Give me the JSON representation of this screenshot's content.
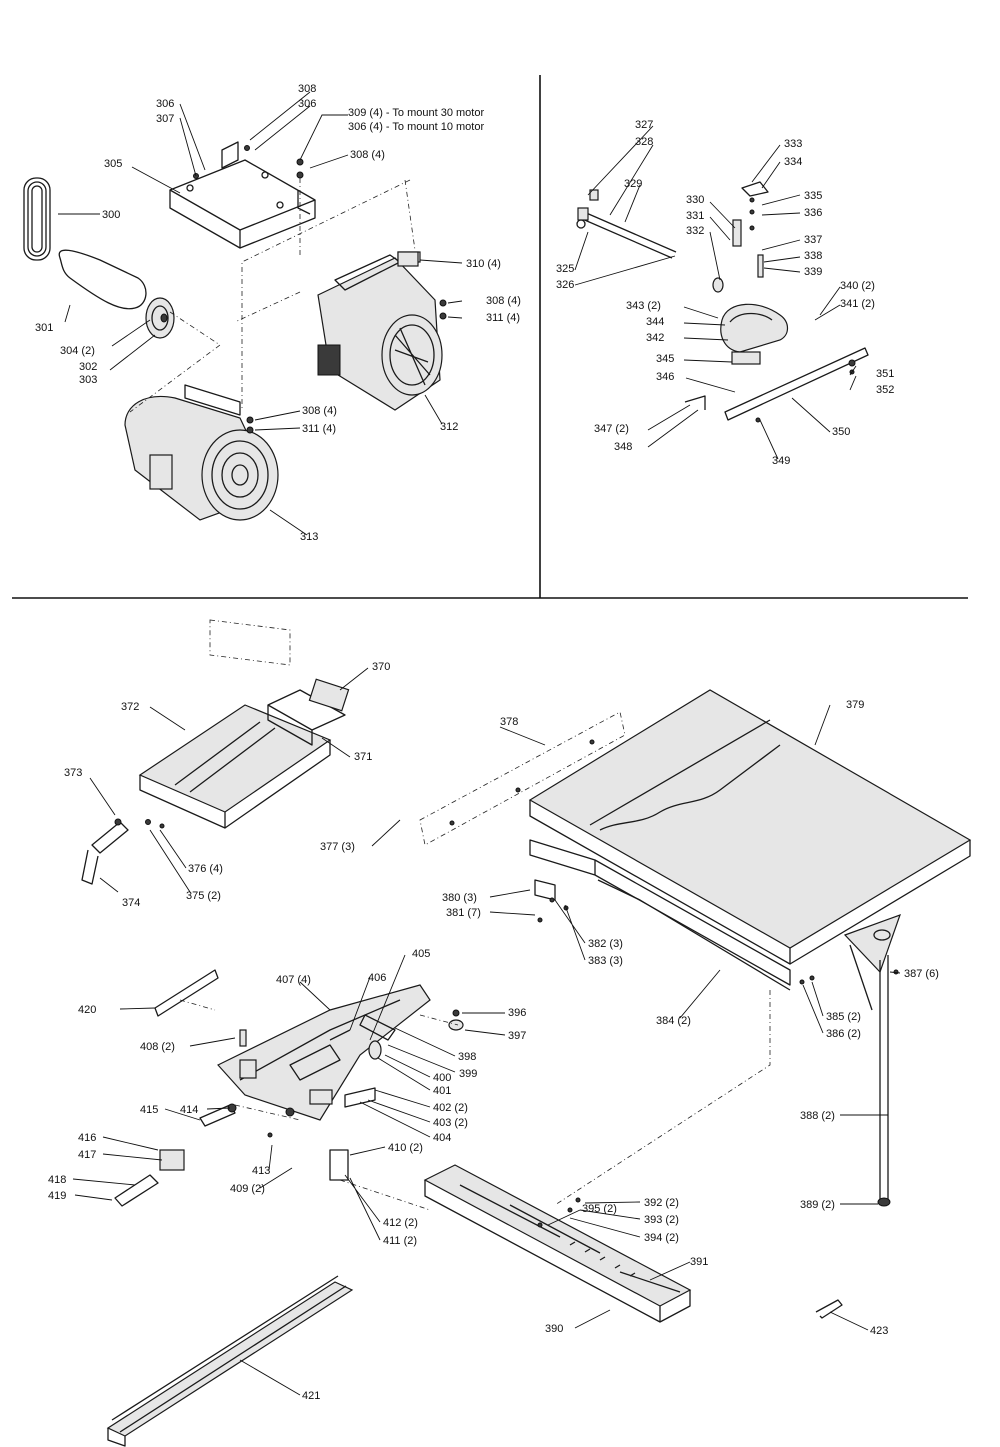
{
  "callouts": [
    {
      "id": "c306a",
      "text": "306"
    },
    {
      "id": "c307",
      "text": "307"
    },
    {
      "id": "c308a",
      "text": "308"
    },
    {
      "id": "c306b",
      "text": "306"
    },
    {
      "id": "c309",
      "text": "309 (4) - To mount 30 motor"
    },
    {
      "id": "c306c",
      "text": "306 (4) - To mount 10 motor"
    },
    {
      "id": "c308b",
      "text": "308 (4)"
    },
    {
      "id": "c305",
      "text": "305"
    },
    {
      "id": "c300",
      "text": "300"
    },
    {
      "id": "c310",
      "text": "310 (4)"
    },
    {
      "id": "c308c",
      "text": "308 (4)"
    },
    {
      "id": "c311a",
      "text": "311 (4)"
    },
    {
      "id": "c301",
      "text": "301"
    },
    {
      "id": "c304",
      "text": "304 (2)"
    },
    {
      "id": "c302",
      "text": "302"
    },
    {
      "id": "c303",
      "text": "303"
    },
    {
      "id": "c308d",
      "text": "308 (4)"
    },
    {
      "id": "c311b",
      "text": "311 (4)"
    },
    {
      "id": "c312",
      "text": "312"
    },
    {
      "id": "c313",
      "text": "313"
    },
    {
      "id": "c327",
      "text": "327"
    },
    {
      "id": "c328",
      "text": "328"
    },
    {
      "id": "c329",
      "text": "329"
    },
    {
      "id": "c333",
      "text": "333"
    },
    {
      "id": "c334",
      "text": "334"
    },
    {
      "id": "c335",
      "text": "335"
    },
    {
      "id": "c336",
      "text": "336"
    },
    {
      "id": "c330",
      "text": "330"
    },
    {
      "id": "c331",
      "text": "331"
    },
    {
      "id": "c332",
      "text": "332"
    },
    {
      "id": "c337",
      "text": "337"
    },
    {
      "id": "c338",
      "text": "338"
    },
    {
      "id": "c339",
      "text": "339"
    },
    {
      "id": "c325",
      "text": "325"
    },
    {
      "id": "c326",
      "text": "326"
    },
    {
      "id": "c340",
      "text": "340 (2)"
    },
    {
      "id": "c341",
      "text": "341 (2)"
    },
    {
      "id": "c343",
      "text": "343 (2)"
    },
    {
      "id": "c344",
      "text": "344"
    },
    {
      "id": "c342",
      "text": "342"
    },
    {
      "id": "c345",
      "text": "345"
    },
    {
      "id": "c346",
      "text": "346"
    },
    {
      "id": "c351",
      "text": "351"
    },
    {
      "id": "c352",
      "text": "352"
    },
    {
      "id": "c347",
      "text": "347 (2)"
    },
    {
      "id": "c348",
      "text": "348"
    },
    {
      "id": "c350",
      "text": "350"
    },
    {
      "id": "c349",
      "text": "349"
    },
    {
      "id": "c370",
      "text": "370"
    },
    {
      "id": "c372",
      "text": "372"
    },
    {
      "id": "c371",
      "text": "371"
    },
    {
      "id": "c378",
      "text": "378"
    },
    {
      "id": "c379",
      "text": "379"
    },
    {
      "id": "c373",
      "text": "373"
    },
    {
      "id": "c376",
      "text": "376 (4)"
    },
    {
      "id": "c377",
      "text": "377 (3)"
    },
    {
      "id": "c374",
      "text": "374"
    },
    {
      "id": "c375",
      "text": "375 (2)"
    },
    {
      "id": "c380",
      "text": "380 (3)"
    },
    {
      "id": "c381",
      "text": "381 (7)"
    },
    {
      "id": "c382",
      "text": "382 (3)"
    },
    {
      "id": "c383",
      "text": "383 (3)"
    },
    {
      "id": "c405",
      "text": "405"
    },
    {
      "id": "c407",
      "text": "407 (4)"
    },
    {
      "id": "c406",
      "text": "406"
    },
    {
      "id": "c387",
      "text": "387 (6)"
    },
    {
      "id": "c420",
      "text": "420"
    },
    {
      "id": "c396",
      "text": "396"
    },
    {
      "id": "c397",
      "text": "397"
    },
    {
      "id": "c384",
      "text": "384 (2)"
    },
    {
      "id": "c385",
      "text": "385 (2)"
    },
    {
      "id": "c386",
      "text": "386 (2)"
    },
    {
      "id": "c408",
      "text": "408 (2)"
    },
    {
      "id": "c398",
      "text": "398"
    },
    {
      "id": "c400",
      "text": "400"
    },
    {
      "id": "c399",
      "text": "399"
    },
    {
      "id": "c401",
      "text": "401"
    },
    {
      "id": "c402",
      "text": "402 (2)"
    },
    {
      "id": "c415",
      "text": "415"
    },
    {
      "id": "c414",
      "text": "414"
    },
    {
      "id": "c403",
      "text": "403 (2)"
    },
    {
      "id": "c404",
      "text": "404"
    },
    {
      "id": "c388",
      "text": "388 (2)"
    },
    {
      "id": "c416",
      "text": "416"
    },
    {
      "id": "c417",
      "text": "417"
    },
    {
      "id": "c410",
      "text": "410 (2)"
    },
    {
      "id": "c413",
      "text": "413"
    },
    {
      "id": "c409",
      "text": "409 (2)"
    },
    {
      "id": "c395",
      "text": "395 (2)"
    },
    {
      "id": "c418",
      "text": "418"
    },
    {
      "id": "c419",
      "text": "419"
    },
    {
      "id": "c392",
      "text": "392 (2)"
    },
    {
      "id": "c389",
      "text": "389 (2)"
    },
    {
      "id": "c393",
      "text": "393 (2)"
    },
    {
      "id": "c394",
      "text": "394 (2)"
    },
    {
      "id": "c412",
      "text": "412 (2)"
    },
    {
      "id": "c411",
      "text": "411 (2)"
    },
    {
      "id": "c391",
      "text": "391"
    },
    {
      "id": "c390",
      "text": "390"
    },
    {
      "id": "c423",
      "text": "423"
    },
    {
      "id": "c421",
      "text": "421"
    }
  ]
}
